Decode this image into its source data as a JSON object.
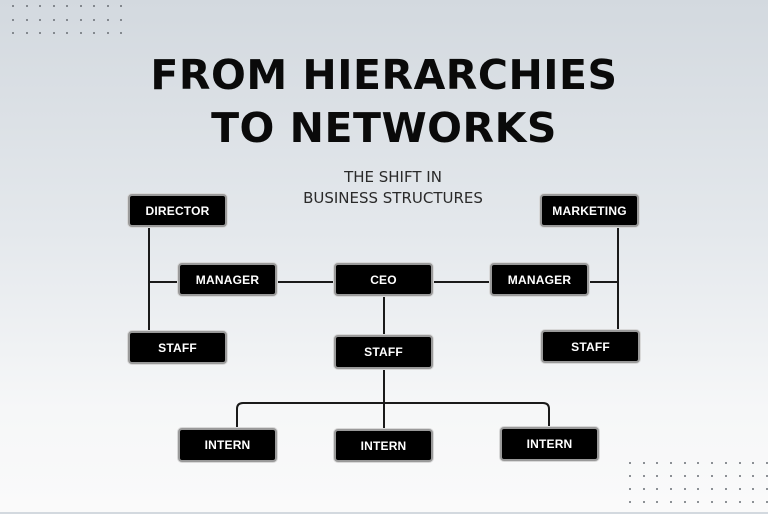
{
  "title": {
    "line1": "FROM HIERARCHIES",
    "line2": "TO NETWORKS"
  },
  "subtitle": {
    "line1": "THE SHIFT IN",
    "line2": "BUSINESS STRUCTURES"
  },
  "nodes": {
    "director": "DIRECTOR",
    "manager_left": "MANAGER",
    "staff_left": "STAFF",
    "ceo": "CEO",
    "staff_center": "STAFF",
    "marketing": "MARKETING",
    "manager_right": "MANAGER",
    "staff_right": "STAFF",
    "intern_left": "INTERN",
    "intern_center": "INTERN",
    "intern_right": "INTERN"
  },
  "colors": {
    "node_fill": "#000000",
    "node_border": "#9a9a9a",
    "line": "#1a1a1a",
    "text": "#0a0a0a"
  }
}
